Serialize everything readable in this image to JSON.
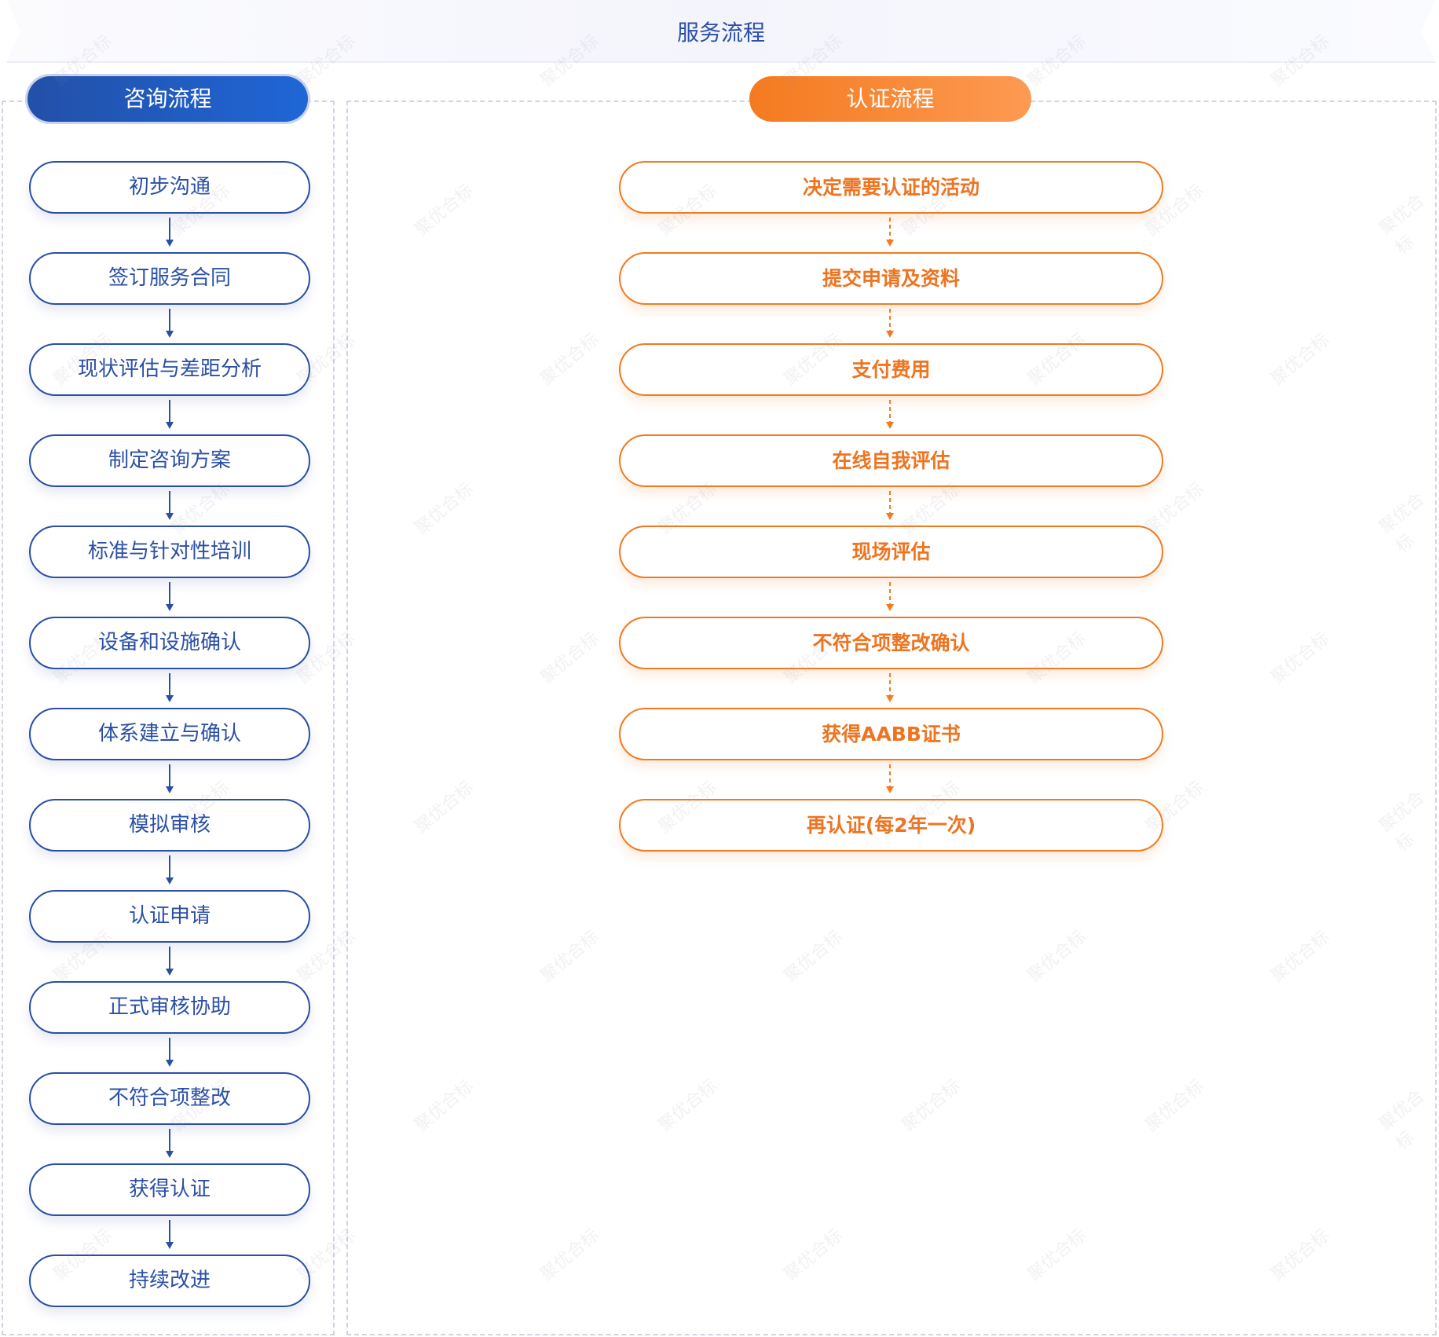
{
  "title": "服务流程",
  "consult": {
    "label": "咨询流程",
    "steps": [
      "初步沟通",
      "签订服务合同",
      "现状评估与差距分析",
      "制定咨询方案",
      "标准与针对性培训",
      "设备和设施确认",
      "体系建立与确认",
      "模拟审核",
      "认证申请",
      "正式审核协助",
      "不符合项整改",
      "获得认证",
      "持续改进"
    ]
  },
  "cert": {
    "label": "认证流程",
    "steps": [
      "决定需要认证的活动",
      "提交申请及资料",
      "支付费用",
      "在线自我评估",
      "现场评估",
      "不符合项整改确认",
      "获得AABB证书",
      "再认证(每2年一次)"
    ]
  },
  "watermark": "聚优合标",
  "colors": {
    "blue": "#2a4fa5",
    "orange": "#f47a1f"
  }
}
